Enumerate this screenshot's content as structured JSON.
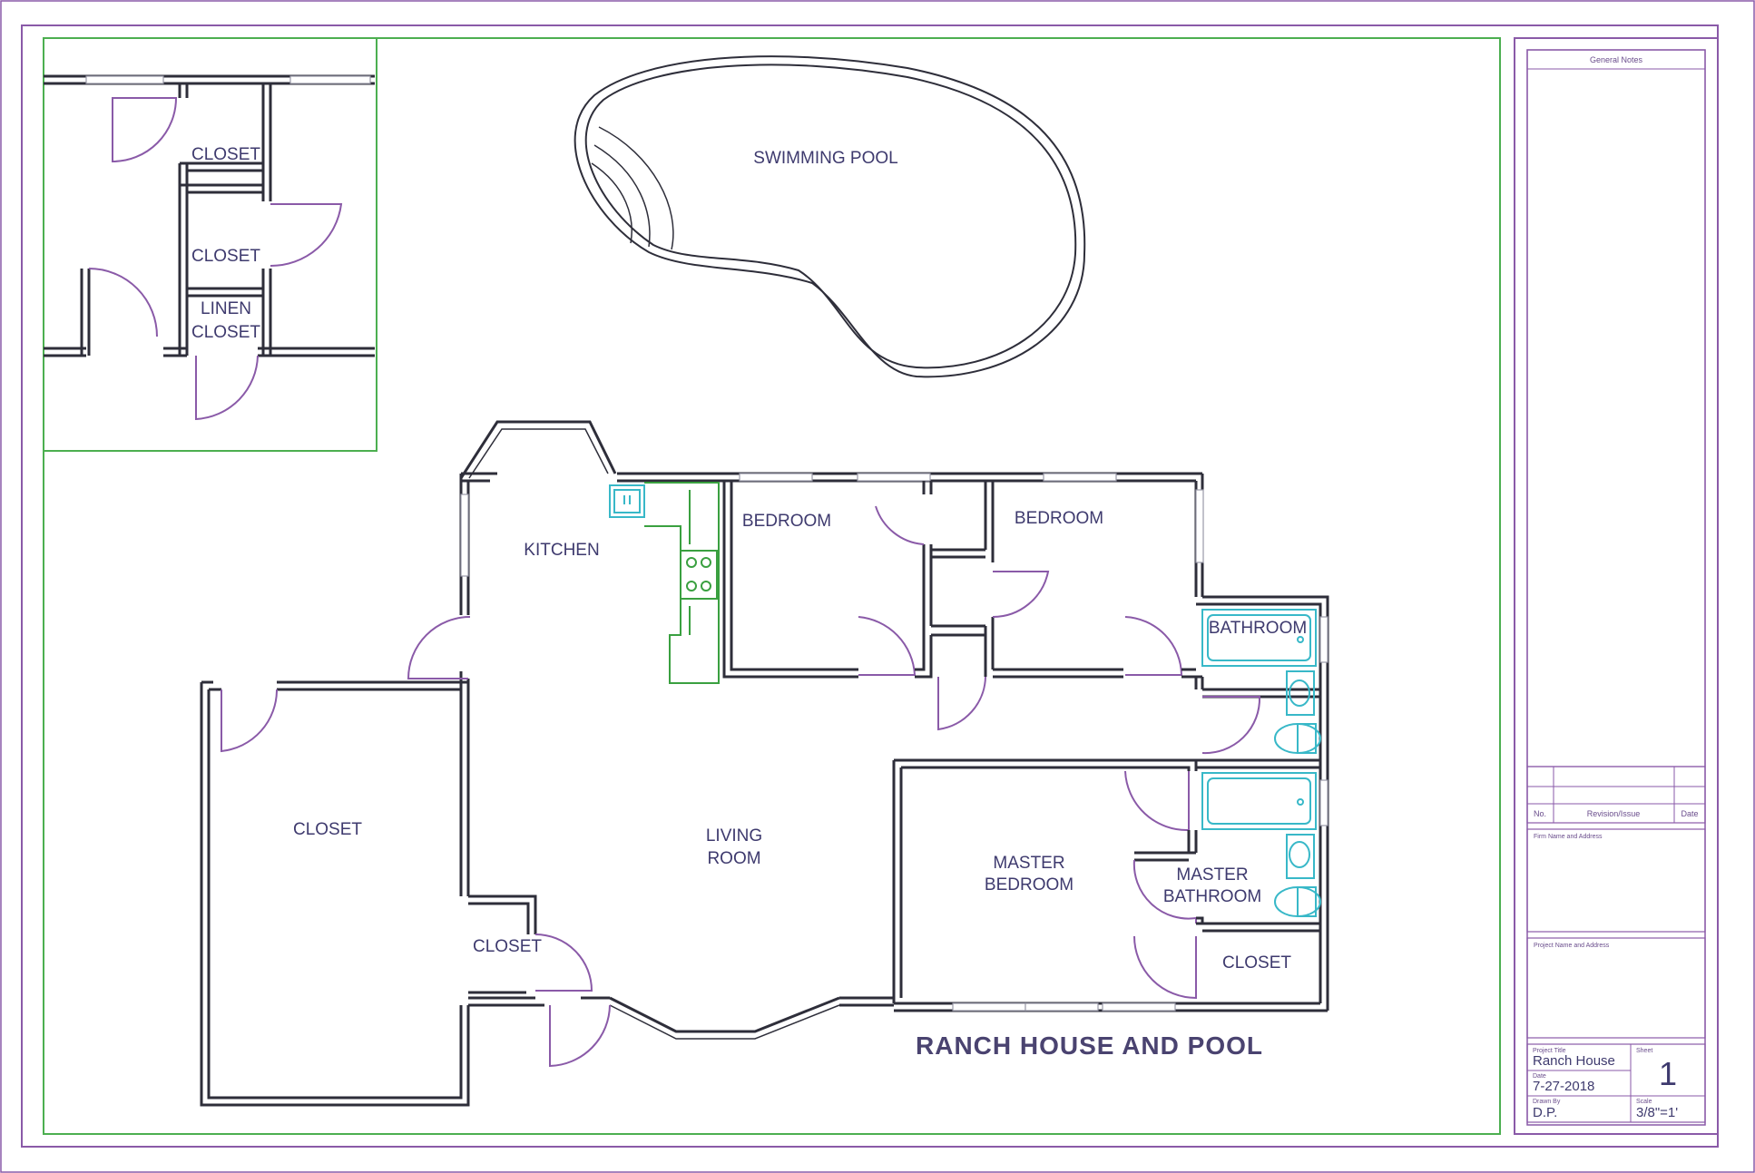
{
  "drawing": {
    "title": "RANCH HOUSE AND POOL",
    "pool_label": "SWIMMING POOL",
    "inset": {
      "closet_1": "CLOSET",
      "closet_2": "CLOSET",
      "linen_line1": "LINEN",
      "linen_line2": "CLOSET"
    },
    "rooms": {
      "kitchen": "KITCHEN",
      "bedroom_1": "BEDROOM",
      "bedroom_2": "BEDROOM",
      "bathroom": "BATHROOM",
      "living_line1": "LIVING",
      "living_line2": "ROOM",
      "garage_closet": "CLOSET",
      "small_closet": "CLOSET",
      "master_bed_line1": "MASTER",
      "master_bed_line2": "BEDROOM",
      "master_bath_line1": "MASTER",
      "master_bath_line2": "BATHROOM",
      "master_closet": "CLOSET"
    }
  },
  "title_block": {
    "general_notes": "General Notes",
    "rev_no": "No.",
    "rev_issue": "Revision/Issue",
    "rev_date": "Date",
    "firm_label": "Firm Name and Address",
    "project_label": "Project Name and Address",
    "project_caption": "Project Title",
    "project_value": "Ranch House",
    "sheet_caption": "Sheet",
    "sheet_value": "1",
    "date_caption": "Date",
    "date_value": "7-27-2018",
    "drawn_caption": "Drawn By",
    "drawn_value": "D.P.",
    "scale_caption": "Scale",
    "scale_value": "3/8\"=1'"
  },
  "colors": {
    "border_outer": "#8a5aa8",
    "border_drawing": "#4caf50",
    "wall": "#2e2e3a",
    "door": "#8a5aa8",
    "fixture": "#38b8c8",
    "kitchen_fixture": "#3aa040",
    "text": "#3e3a6e"
  }
}
